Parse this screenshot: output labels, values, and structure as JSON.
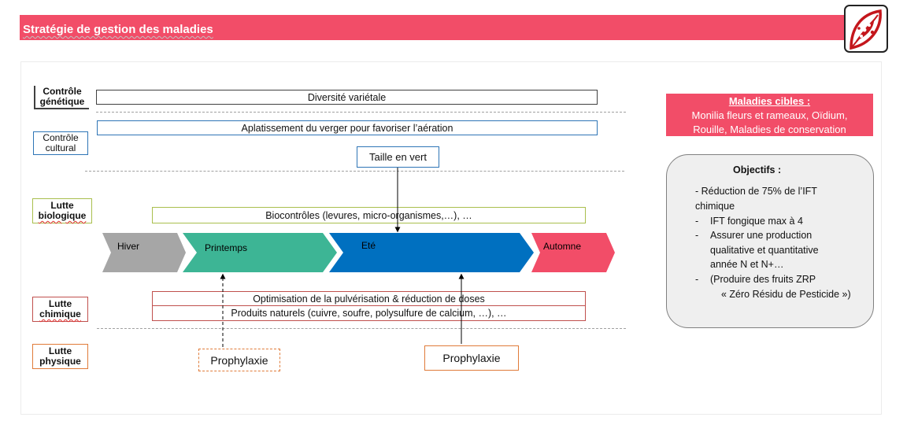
{
  "header": {
    "title": "Stratégie de gestion des maladies"
  },
  "logo": {
    "icon": "leaf-disease-icon",
    "color": "#c4161c"
  },
  "rows": {
    "genetique": {
      "line1": "Contrôle",
      "line2": "génétique"
    },
    "cultural": {
      "line1": "Contrôle",
      "line2": "cultural"
    },
    "biologique": {
      "line1": "Lutte",
      "line2": "biologique"
    },
    "chimique": {
      "line1": "Lutte",
      "line2": "chimique"
    },
    "physique": {
      "line1": "Lutte",
      "line2": "physique"
    }
  },
  "bars": {
    "diversite": "Diversité variétale",
    "aplatissement": "Aplatissement du verger pour favoriser l’aération",
    "taille": "Taille en vert",
    "biocontroles": "Biocontrôles (levures, micro-organismes,…), …",
    "optimisation": "Optimisation de la pulvérisation & réduction de doses",
    "produits": "Produits naturels (cuivre, soufre, polysulfure de calcium, …), …",
    "prophylaxie_1": "Prophylaxie",
    "prophylaxie_2": "Prophylaxie"
  },
  "seasons": [
    {
      "label": "Hiver",
      "color": "#a6a6a6"
    },
    {
      "label": "Printemps",
      "color": "#3db595"
    },
    {
      "label": "Eté",
      "color": "#0070c0"
    },
    {
      "label": "Automne",
      "color": "#f24d68"
    }
  ],
  "targets": {
    "title": "Maladies cibles :",
    "line1": "Monilia fleurs et rameaux, Oïdium,",
    "line2": "Rouille, Maladies de conservation"
  },
  "objectives": {
    "title": "Objectifs :",
    "item1_line1": "- Réduction de 75% de l’IFT",
    "item1_line2": "chimique",
    "bullet": "-",
    "item2": "IFT fongique max à 4",
    "item3_line1": "Assurer une production",
    "item3_line2": "qualitative et quantitative",
    "item3_line3": "année N et N+…",
    "item4_line1": "(Produire des fruits ZRP",
    "item4_line2": "« Zéro Résidu de Pesticide »)"
  },
  "colors": {
    "genetique_border": "#404040",
    "cultural_border": "#2e75b6",
    "biologique_border": "#a9bf4d",
    "chimique_border": "#c0504d",
    "physique_border": "#e07b39"
  }
}
